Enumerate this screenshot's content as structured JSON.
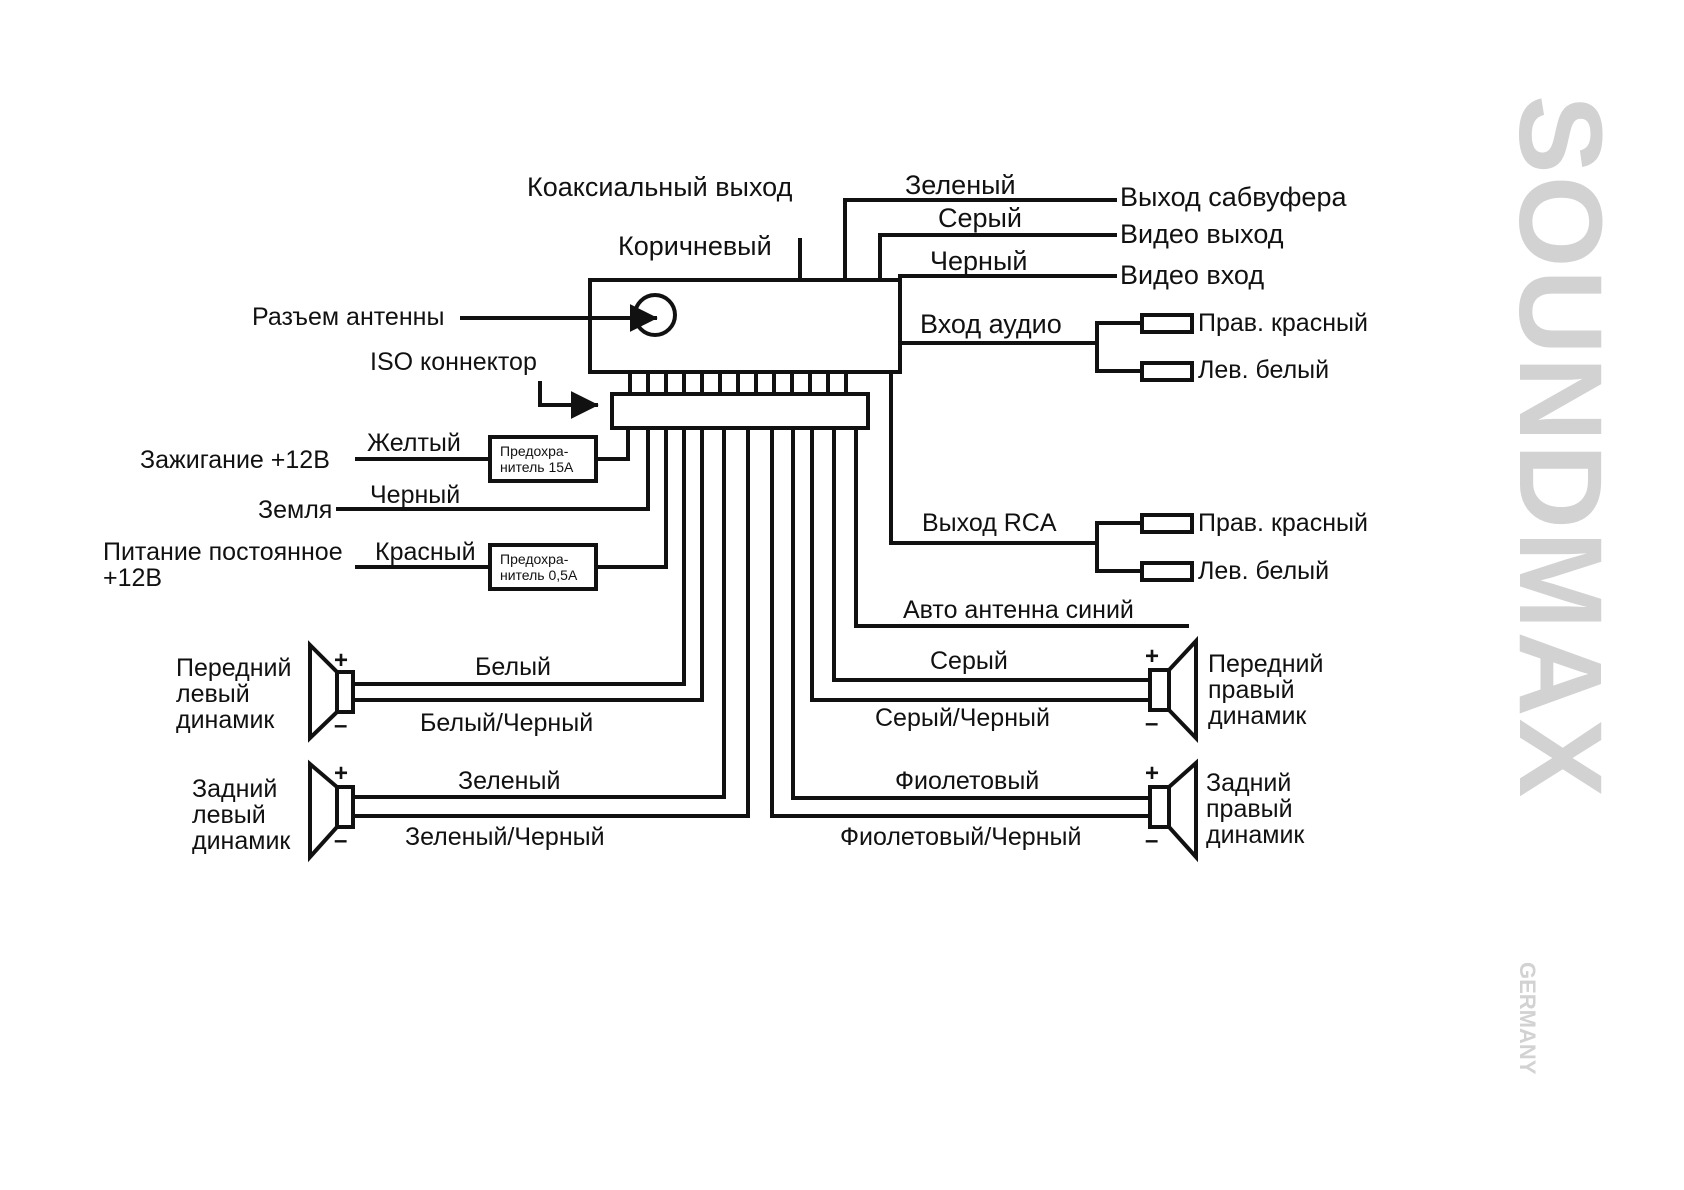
{
  "brand": {
    "logo_text": "SOUNDMAX",
    "sub_text": "GERMANY",
    "logo_color": "#d2d2d2"
  },
  "top": {
    "coax_output": "Коаксиальный выход",
    "brown": "Коричневый",
    "green": "Зеленый",
    "gray": "Серый",
    "black": "Черный",
    "sub_output": "Выход сабвуфера",
    "video_output": "Видео выход",
    "video_input": "Видео вход"
  },
  "left": {
    "antenna_jack": "Разъем антенны",
    "iso_connector": "ISO коннектор",
    "ignition": "Зажигание +12В",
    "yellow": "Желтый",
    "fuse_15a": [
      "Предохра-",
      "нитель 15А"
    ],
    "ground": "Земля",
    "black": "Черный",
    "constant_power": [
      "Питание постоянное",
      "+12В"
    ],
    "red": "Красный",
    "fuse_05a": [
      "Предохра-",
      "нитель 0,5А"
    ]
  },
  "right": {
    "audio_input": "Вход аудио",
    "rca_output": "Выход RCA",
    "right_red": "Прав. красный",
    "left_white": "Лев. белый",
    "auto_antenna": "Авто антенна синий"
  },
  "speakers": {
    "front_left": [
      "Передний",
      "левый",
      "динамик"
    ],
    "rear_left": [
      "Задний",
      "левый",
      "динамик"
    ],
    "front_right": [
      "Передний",
      "правый",
      "динамик"
    ],
    "rear_right": [
      "Задний",
      "правый",
      "динамик"
    ],
    "plus": "+",
    "minus": "–"
  },
  "speaker_wires": {
    "white": "Белый",
    "white_black": "Белый/Черный",
    "green": "Зеленый",
    "green_black": "Зеленый/Черный",
    "gray": "Серый",
    "gray_black": "Серый/Черный",
    "violet": "Фиолетовый",
    "violet_black": "Фиолетовый/Черный"
  }
}
